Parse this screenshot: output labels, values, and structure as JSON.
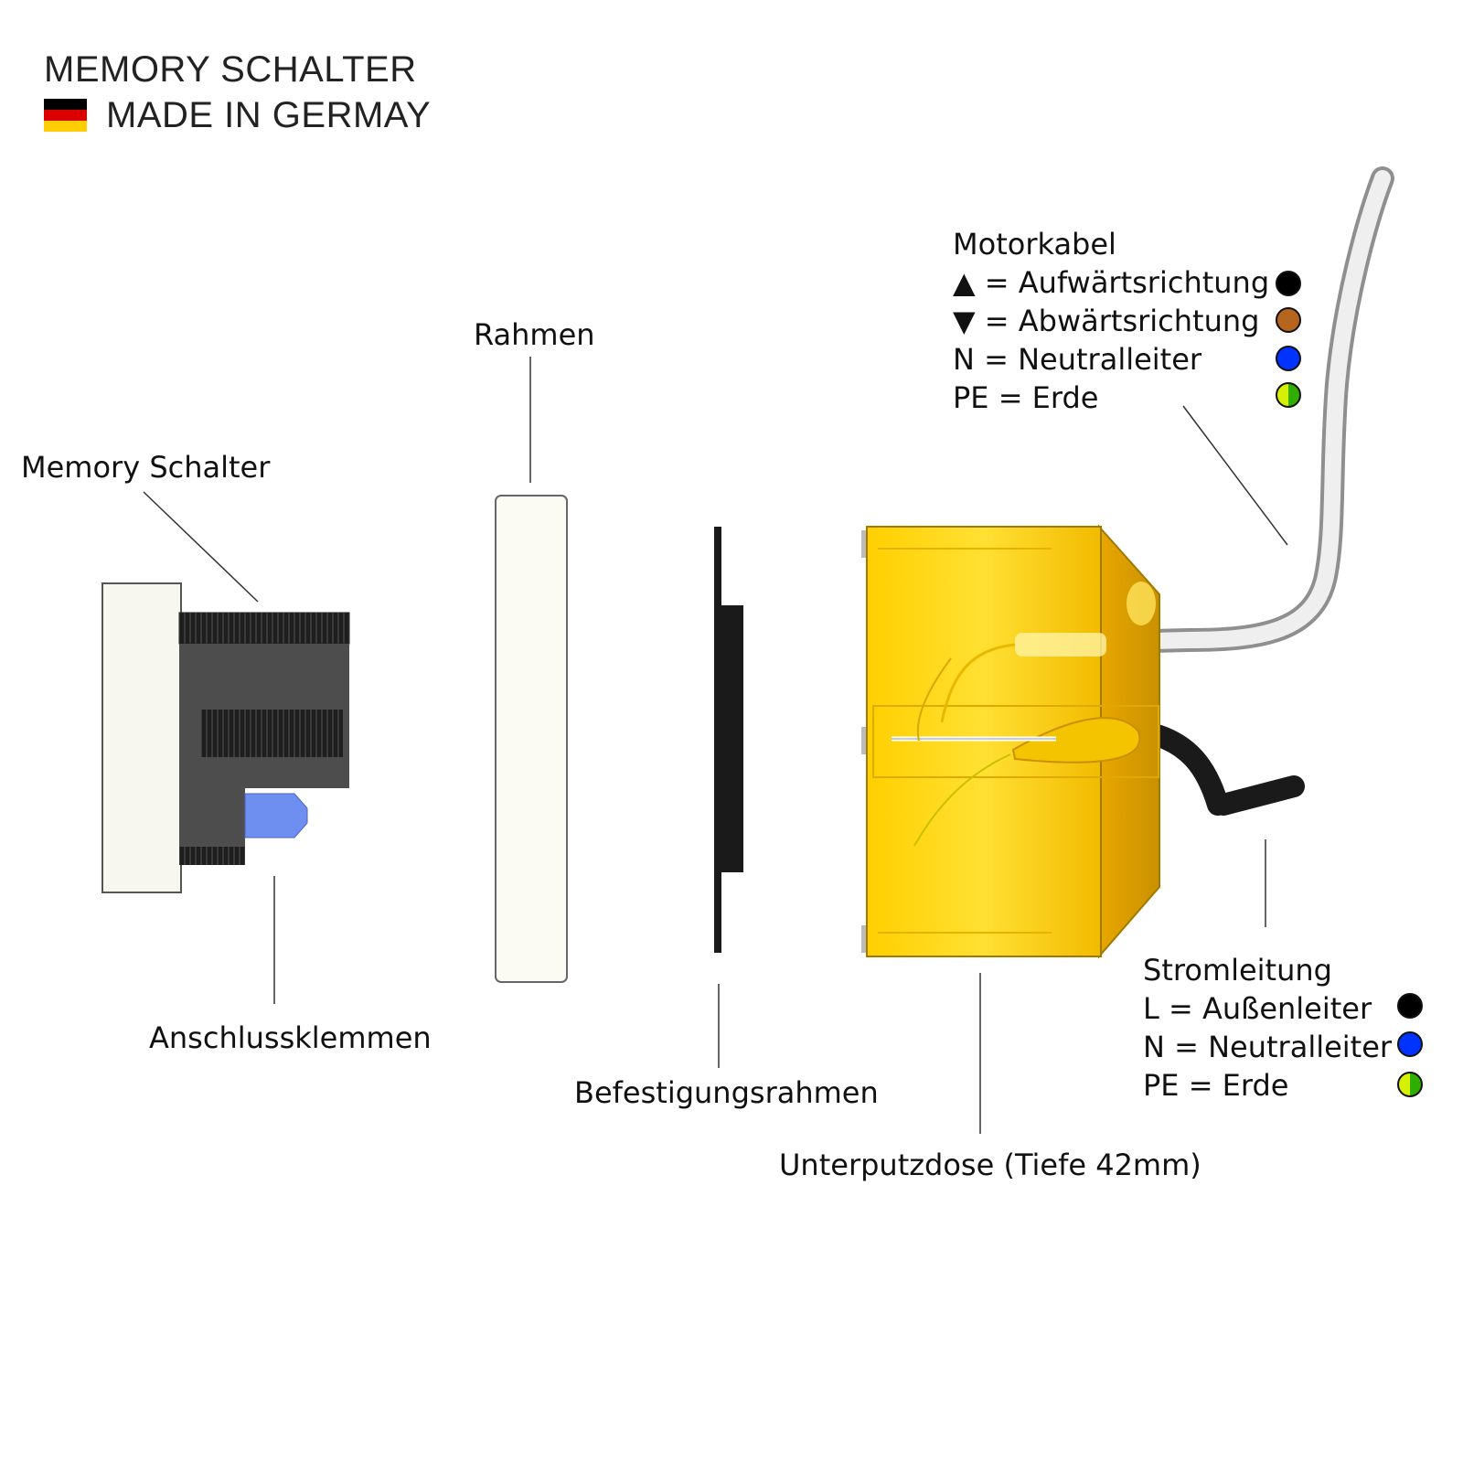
{
  "header": {
    "title": "MEMORY SCHALTER",
    "subtitle": "MADE IN GERMAY",
    "flag_colors": [
      "#000000",
      "#dd0000",
      "#ffce00"
    ]
  },
  "labels": {
    "memory_schalter": "Memory Schalter",
    "rahmen": "Rahmen",
    "anschlussklemmen": "Anschlussklemmen",
    "befestigungsrahmen": "Befestigungsrahmen",
    "unterputzdose": "Unterputzdose (Tiefe 42mm)"
  },
  "motorkabel": {
    "heading": "Motorkabel",
    "rows": [
      {
        "symbol": "▲",
        "text": " = Aufwärtsrichtung",
        "color": "#000000",
        "icon": "triangle-up-icon"
      },
      {
        "symbol": "▼",
        "text": " = Abwärtsrichtung",
        "color": "#b5651d",
        "icon": "triangle-down-icon"
      },
      {
        "symbol": "",
        "text": "N = Neutralleiter",
        "color": "#0033ff"
      },
      {
        "symbol": "",
        "text": "PE = Erde",
        "color": "split-yellow-green"
      }
    ]
  },
  "stromleitung": {
    "heading": "Stromleitung",
    "rows": [
      {
        "text": "L =  Außenleiter",
        "color": "#000000"
      },
      {
        "text": "N = Neutralleiter",
        "color": "#0033ff"
      },
      {
        "text": "PE = Erde",
        "color": "split-yellow-green"
      }
    ]
  },
  "colors": {
    "box_yellow": "#ffd21f",
    "cable_grey": "#d8d8d8",
    "switch_dark": "#4a4a4a",
    "terminal_blue": "#6a8ef0",
    "frame_white": "#fbfaf3"
  }
}
